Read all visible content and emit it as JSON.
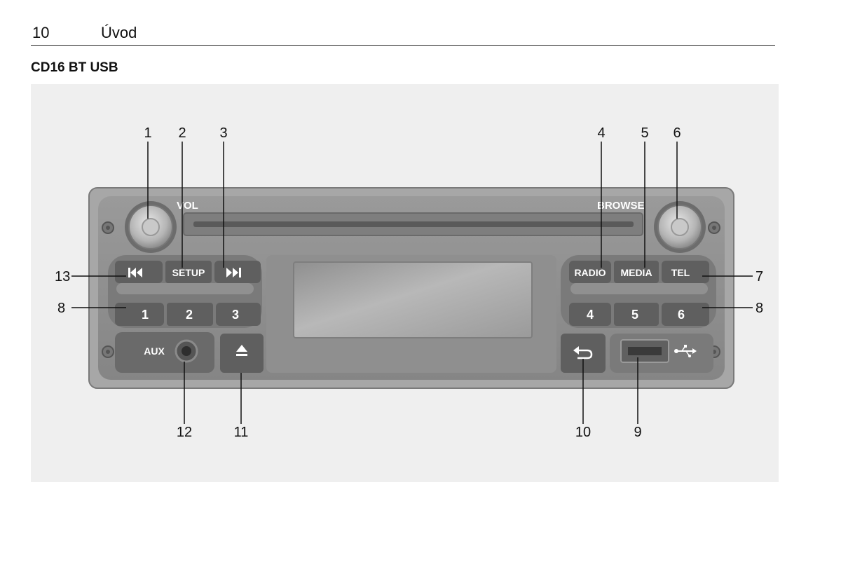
{
  "header": {
    "page_number": "10",
    "chapter": "Úvod"
  },
  "section_title": "CD16 BT USB",
  "panel": {
    "vol_label": "VOL",
    "browse_label": "BROWSE",
    "buttons": {
      "setup": "SETUP",
      "radio": "RADIO",
      "media": "MEDIA",
      "tel": "TEL",
      "aux": "AUX",
      "preset_1": "1",
      "preset_2": "2",
      "preset_3": "3",
      "preset_4": "4",
      "preset_5": "5",
      "preset_6": "6"
    }
  },
  "callouts": {
    "c1": "1",
    "c2": "2",
    "c3": "3",
    "c4": "4",
    "c5": "5",
    "c6": "6",
    "c7": "7",
    "c8_left": "8",
    "c8_right": "8",
    "c9": "9",
    "c10": "10",
    "c11": "11",
    "c12": "12",
    "c13": "13"
  },
  "icons": {
    "prev": "skip-back-icon",
    "next": "skip-forward-icon",
    "eject": "eject-icon",
    "back": "back-arrow-icon",
    "usb": "usb-icon"
  },
  "colors": {
    "panel": "#8c8c8c",
    "panel_dark": "#6e6e6e",
    "button": "#5f5f5f",
    "screen": "#a3a3a3"
  }
}
